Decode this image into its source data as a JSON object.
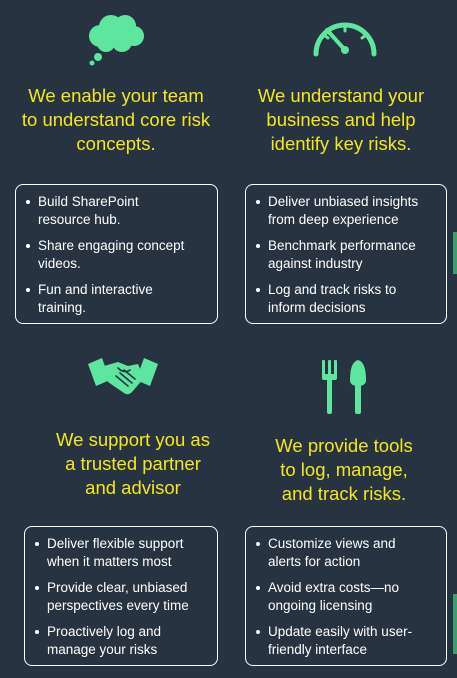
{
  "colors": {
    "background": "#283341",
    "heading": "#f2e81d",
    "icon": "#5ee6a0",
    "text": "#ffffff"
  },
  "quadrants": [
    {
      "icon": "thought-cloud-icon",
      "heading": "We enable your team\nto understand core risk\nconcepts.",
      "bullets": [
        "Build SharePoint\nresource hub.",
        "Share engaging concept\nvideos.",
        "Fun and interactive\ntraining."
      ]
    },
    {
      "icon": "speedometer-icon",
      "heading": "We understand your\nbusiness and help\nidentify key risks.",
      "bullets": [
        "Deliver unbiased insights\nfrom deep experience",
        "Benchmark performance\nagainst industry",
        "Log and track risks to\ninform decisions"
      ]
    },
    {
      "icon": "handshake-icon",
      "heading": "We support you as\na trusted partner\nand advisor",
      "bullets": [
        "Deliver flexible support\nwhen it matters most",
        "Provide clear, unbiased\nperspectives every time",
        "Proactively log and\nmanage your risks"
      ]
    },
    {
      "icon": "fork-and-trowel-icon",
      "heading": "We provide tools\nto log, manage,\nand track risks.",
      "bullets": [
        "Customize views and\nalerts for action",
        "Avoid extra costs—no\nongoing licensing",
        "Update easily with user-\nfriendly interface"
      ]
    }
  ]
}
